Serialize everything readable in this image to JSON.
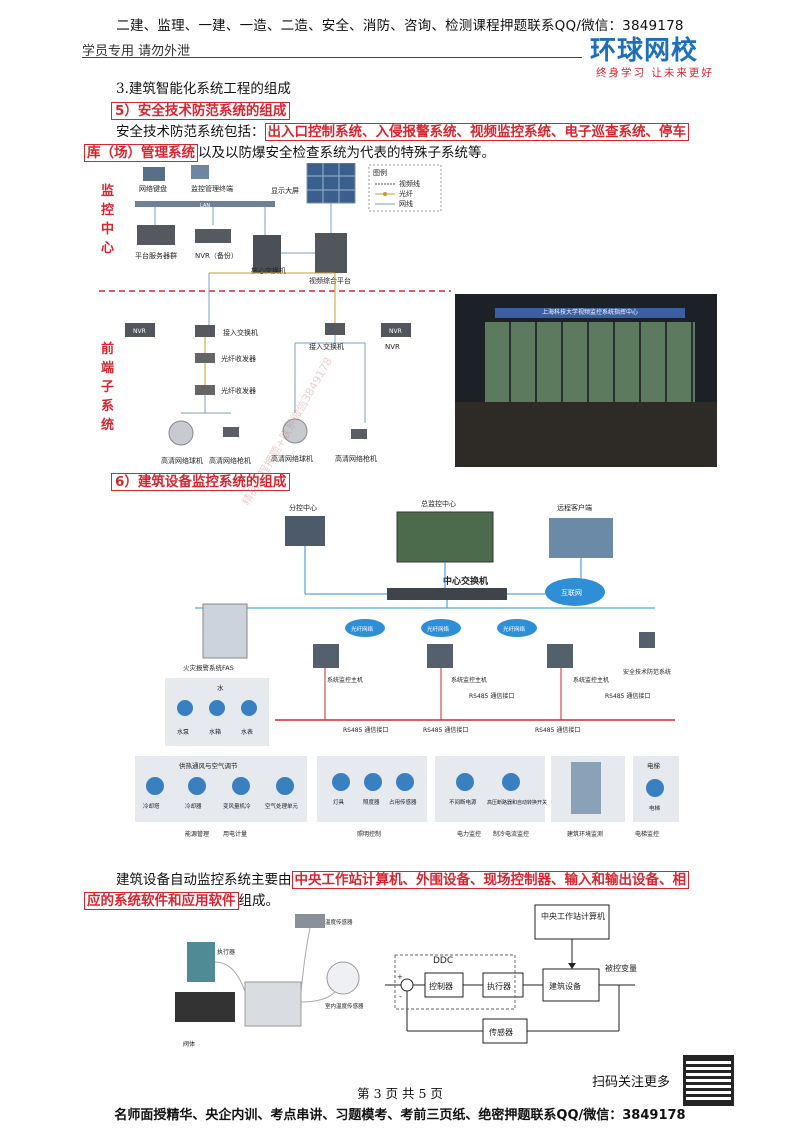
{
  "header": {
    "top_line": "二建、监理、一建、一造、二造、安全、消防、咨询、检测课程押题联系QQ/微信：3849178",
    "left_label": "学员专用  请勿外泄",
    "logo_main": "环球网校",
    "logo_sub": "终身学习  让未来更好"
  },
  "section": {
    "title": "3.建筑智能化系统工程的组成",
    "sub5_heading": "5）安全技术防范系统的组成",
    "sub5_intro": "安全技术防范系统包括：",
    "sub5_highlight_1": "出入口控制系统、入侵报警系统、视频监控系统、电子巡查系统、停车",
    "sub5_highlight_2": "库（场）管理系统",
    "sub5_rest": "以及以防爆安全检查系统为代表的特殊子系统等。",
    "sub6_heading": "6）建筑设备监控系统的组成",
    "sub6_intro": "建筑设备自动监控系统主要由",
    "sub6_highlight_1": "中央工作站计算机、外围设备、现场控制器、输入和输出设备、相",
    "sub6_highlight_2": "应的系统软件和应用软件",
    "sub6_rest": "组成。"
  },
  "fig1": {
    "side_top": "监控中心",
    "side_bottom": "前端子系统",
    "labels": {
      "keyboard": "网络键盘",
      "terminal": "监控管理终端",
      "display": "显示大屏",
      "legend_title": "图例",
      "legend_video": "视频线",
      "legend_fiber": "光纤",
      "legend_net": "网线",
      "lan": "LAN",
      "server": "平台服务器群",
      "nvr_backup": "NVR（备份）",
      "core_switch": "核心交换机",
      "platform": "视频综合平台",
      "nvr_left": "NVR",
      "nvr_right": "NVR",
      "access_sw_1": "接入交换机",
      "access_sw_2": "接入交换机",
      "fiber_1": "光纤收发器",
      "fiber_2": "光纤收发器",
      "dome_1": "高清网络球机",
      "gun_1": "高清网络枪机",
      "dome_2": "高清网络球机",
      "gun_2": "高清网络枪机"
    },
    "photo_banner": "上海科技大学视频监控系统指挥中心"
  },
  "fig2": {
    "branch": "分控中心",
    "main": "总监控中心",
    "remote": "远程客户端",
    "switch": "中心交换机",
    "internet": "互联网",
    "fire": "火灾报警系统FAS",
    "net_1": "光纤网络",
    "net_2": "光纤网络",
    "net_3": "光纤网络",
    "host_1": "系统监控主机",
    "host_2": "系统监控主机",
    "host_3": "系统监控主机",
    "security": "安全技术防范系统",
    "rs_1": "RS485 通信接口",
    "rs_2": "RS485 通信接口",
    "rs_3": "RS485 通信接口",
    "rs_4": "RS485 通信接口",
    "rs_5": "RS485 通信接口",
    "water": "水",
    "water_items": [
      "水泵",
      "水箱",
      "水表"
    ],
    "hvac": "供热通风与空气调节",
    "hvac_items": [
      "冷却塔",
      "冷却器",
      "变风量机冷",
      "空气处理单元"
    ],
    "light_items": [
      "灯具",
      "照度器",
      "占用传感器"
    ],
    "power_items": [
      "不间断电源",
      "高压断路器和自动转换开关"
    ],
    "elevator": "电梯",
    "elevator_item": "电梯",
    "bottom_1": "能源管理",
    "bottom_2": "用电计量",
    "bottom_3": "照明控制",
    "bottom_4": "电力监控",
    "bottom_5": "制冷电流监控",
    "bottom_6": "建筑环境监测",
    "bottom_7": "电梯监控"
  },
  "fig3": {
    "actuator": "执行器",
    "sensor_top": "温度传感器",
    "sensor_round": "室内温度传感器",
    "valve": "阀体"
  },
  "fig4": {
    "central": "中央工作站计算机",
    "ddc": "DDC",
    "controller": "控制器",
    "executor": "执行器",
    "equipment": "建筑设备",
    "variable": "被控变量",
    "sensor": "传感器",
    "plus": "+",
    "minus": "-"
  },
  "watermark": "精品课程押题+联系微信3849178",
  "footer": {
    "page": "第 3 页 共 5 页",
    "qr_label": "扫码关注更多",
    "bottom": "名师面授精华、央企内训、考点串讲、习题模考、考前三页纸、绝密押题联系QQ/微信：3849178"
  },
  "colors": {
    "red": "#d8262f",
    "blue": "#1d6fb8"
  }
}
